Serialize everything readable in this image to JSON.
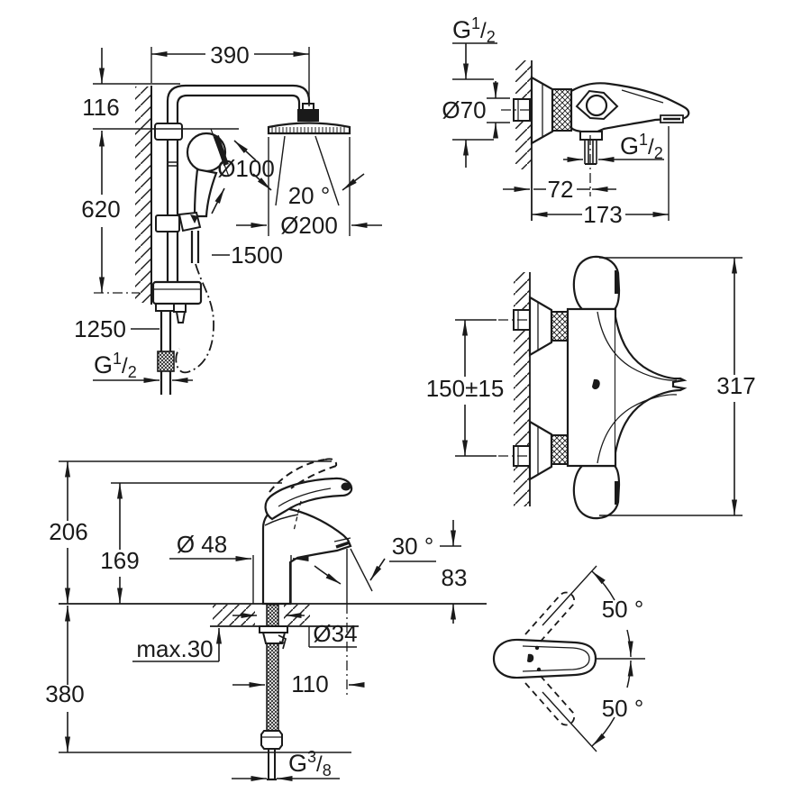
{
  "colors": {
    "line": "#1a1a1a",
    "background": "#ffffff"
  },
  "figures": {
    "shower_system": {
      "width_top": "390",
      "wall_offset": "116",
      "rail_height": "620",
      "hand_shower_diameter": "Ø100",
      "spray_angle": "20 °",
      "head_shower_diameter": "Ø200",
      "shower_hose_length": "1500",
      "connection_hose_length": "1250",
      "connection_thread": {
        "prefix": "G",
        "numerator": "1",
        "slash": "/",
        "denominator": "2"
      }
    },
    "bath_spout": {
      "wall_thread": {
        "prefix": "G",
        "numerator": "1",
        "slash": "/",
        "denominator": "2"
      },
      "escutcheon_diameter": "Ø70",
      "outlet_thread": {
        "prefix": "G",
        "numerator": "1",
        "slash": "/",
        "denominator": "2"
      },
      "outlet_offset": "72",
      "projection": "173"
    },
    "thermostat": {
      "inlet_spacing": "150±15",
      "total_height": "317"
    },
    "basin_mixer": {
      "total_height": "206",
      "lever_height": "169",
      "body_diameter": "Ø 48",
      "spray_angle": "30 °",
      "spout_height": "83",
      "max_deck_thickness": "max.30",
      "hole_diameter": "Ø34",
      "projection": "110",
      "hose_length": "380",
      "hose_thread": {
        "prefix": "G",
        "numerator": "3",
        "slash": "/",
        "denominator": "8"
      }
    },
    "handle_swing": {
      "swing_up": "50 °",
      "swing_down": "50 °"
    }
  }
}
